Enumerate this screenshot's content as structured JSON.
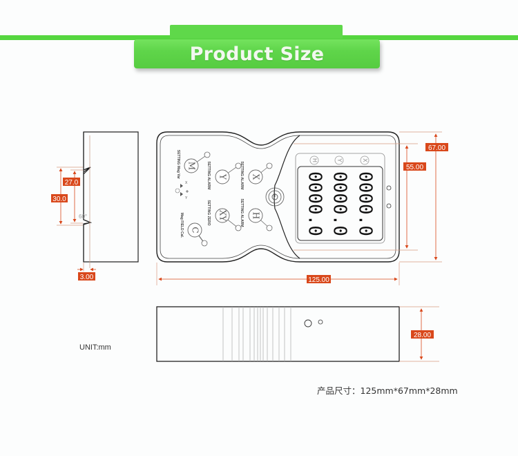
{
  "header": {
    "title": "Product Size"
  },
  "colors": {
    "banner_green": "#5fd84a",
    "dimension_orange": "#d9481b",
    "outline": "#222222"
  },
  "dimensions": {
    "side_total_height": "30.0",
    "side_notch_height": "27.0",
    "side_angle": "60°",
    "side_lip_width": "3.00",
    "front_width": "125.00",
    "front_height": "67.00",
    "display_height": "55.00",
    "thickness": "28.00"
  },
  "device": {
    "display_readings": [
      "0000.0",
      "0000.0",
      "0000.0"
    ],
    "display_axis_icons": [
      "H",
      "Y",
      "X"
    ],
    "buttons": [
      {
        "key": "M",
        "label": "SETTING Mag Var"
      },
      {
        "key": "Y",
        "label": "SETTING ALARM"
      },
      {
        "key": "X",
        "label": "SETTING ALARM"
      },
      {
        "key": "XY",
        "label": "SETTING ZERO"
      },
      {
        "key": "H",
        "label": "SETTING ALARM"
      },
      {
        "key": "C",
        "label": "Mag FIELD Cal."
      }
    ],
    "axis_labels": [
      "X",
      "Y"
    ]
  },
  "footer": {
    "unit_label": "UNIT:mm",
    "spec_label": "产品尺寸：125mm*67mm*28mm"
  }
}
